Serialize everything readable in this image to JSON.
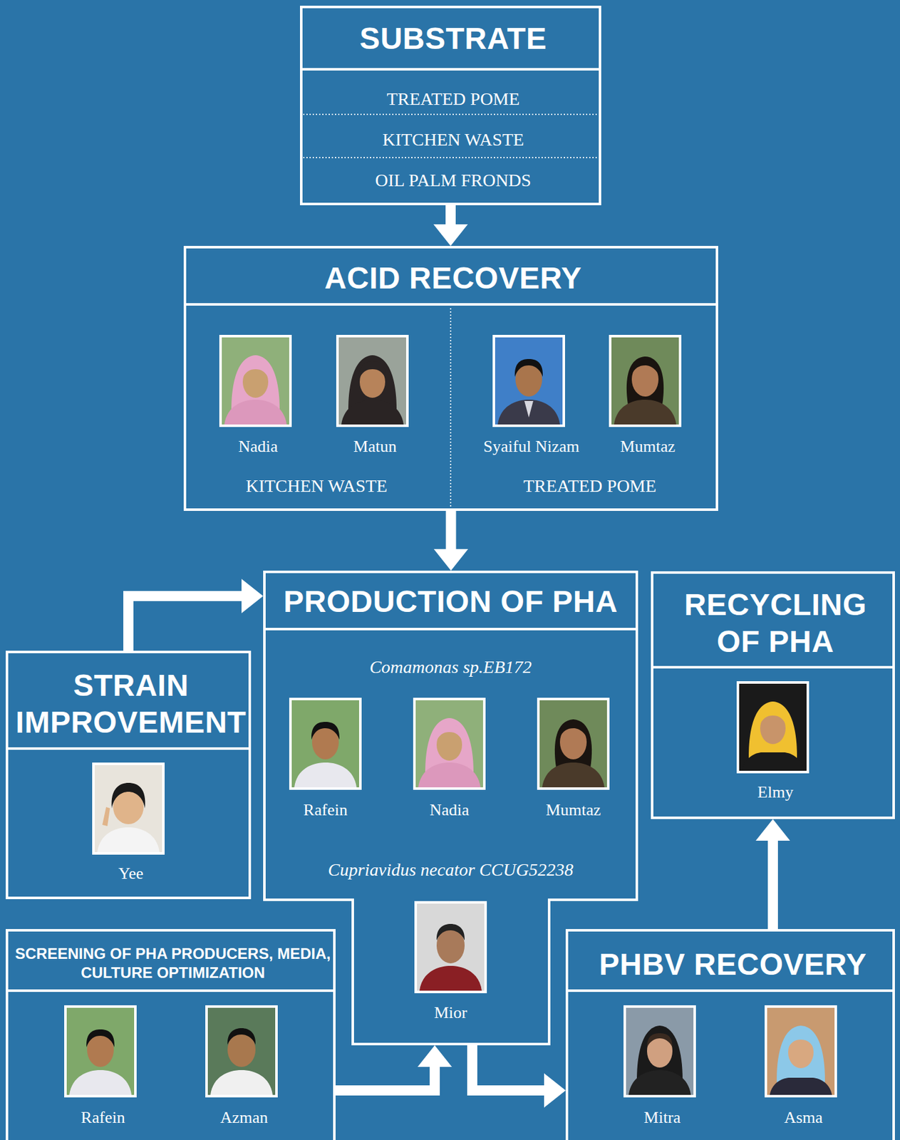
{
  "diagram": {
    "nodes": [
      {
        "text": [
          "SUBSTRATE",
          "TREATED POME",
          "KITCHEN WASTE",
          "OIL PALM FRONDS"
        ]
      },
      {
        "text": [
          "ACID RECOVERY",
          "Nadia",
          "Matun",
          "Syaiful Nizam",
          "Mumtaz",
          "KITCHEN WASTE",
          "TREATED POME"
        ]
      },
      {
        "text": [
          "PRODUCTION OF PHA",
          "Comamonas sp.EB172",
          "Rafein",
          "Nadia",
          "Mumtaz",
          "Cupriavidus necator CCUG52238",
          "Mior"
        ]
      },
      {
        "text": [
          "RECYCLING OF PHA",
          "Elmy"
        ]
      },
      {
        "text": [
          "STRAIN IMPROVEMENT",
          "Yee"
        ]
      },
      {
        "text": [
          "SCREENING OF PHA PRODUCERS, MEDIA, CULTURE OPTIMIZATION",
          "Rafein",
          "Azman"
        ]
      },
      {
        "text": [
          "PHBV RECOVERY",
          "Mitra",
          "Asma"
        ]
      }
    ],
    "edges": [
      {
        "from": 0,
        "to": 1,
        "arrow": "to"
      },
      {
        "from": 1,
        "to": 2,
        "arrow": "to"
      },
      {
        "from": 4,
        "to": 2,
        "arrow": "to"
      },
      {
        "from": 5,
        "to": 2,
        "arrow": "to"
      },
      {
        "from": 2,
        "to": 6,
        "arrow": "to"
      },
      {
        "from": 6,
        "to": 3,
        "arrow": "to"
      }
    ]
  }
}
